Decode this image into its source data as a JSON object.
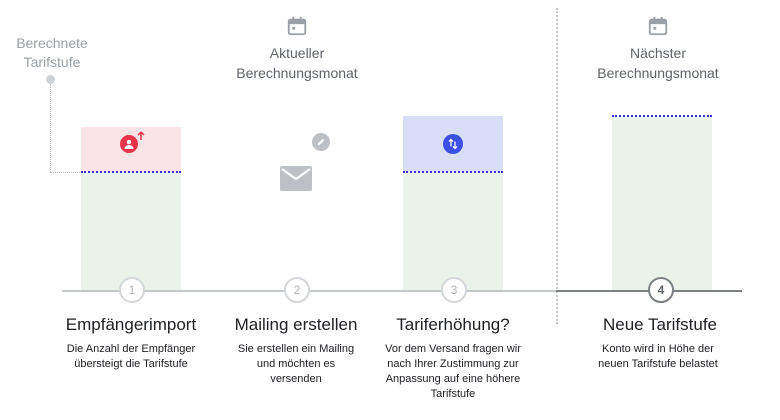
{
  "tier": {
    "label_line1": "Berechnete",
    "label_line2": "Tarifstufe"
  },
  "current_month": {
    "line1": "Aktueller",
    "line2": "Berechnungsmonat",
    "icon": "calendar-icon"
  },
  "next_month": {
    "line1": "Nächster",
    "line2": "Berechnungsmonat",
    "icon": "calendar-icon"
  },
  "steps": [
    {
      "number": "1",
      "title": "Empfängerimport",
      "description": "Die Anzahl der Empfänger übersteigt die Tarifstufe",
      "icon": "person-add-icon"
    },
    {
      "number": "2",
      "title": "Mailing erstellen",
      "description": "Sie erstellen ein Mailing und möchten es versenden",
      "icon": "envelope-icon"
    },
    {
      "number": "3",
      "title": "Tariferhöhung?",
      "description": "Vor dem Versand fragen wir nach Ihrer Zustimmung zur Anpassung auf eine höhere Tarifstufe",
      "icon": "swap-vertical-icon"
    },
    {
      "number": "4",
      "title": "Neue Tarifstufe",
      "description": "Konto wird in Höhe der neuen Tarifstufe belastet"
    }
  ],
  "colors": {
    "base": "#e9f3e9",
    "overflow": "#fbe4e7",
    "upgrade": "#d9def7",
    "limit_line": "#3b2fd6",
    "alert_icon": "#e8334a",
    "upgrade_icon": "#3b4ee6"
  }
}
